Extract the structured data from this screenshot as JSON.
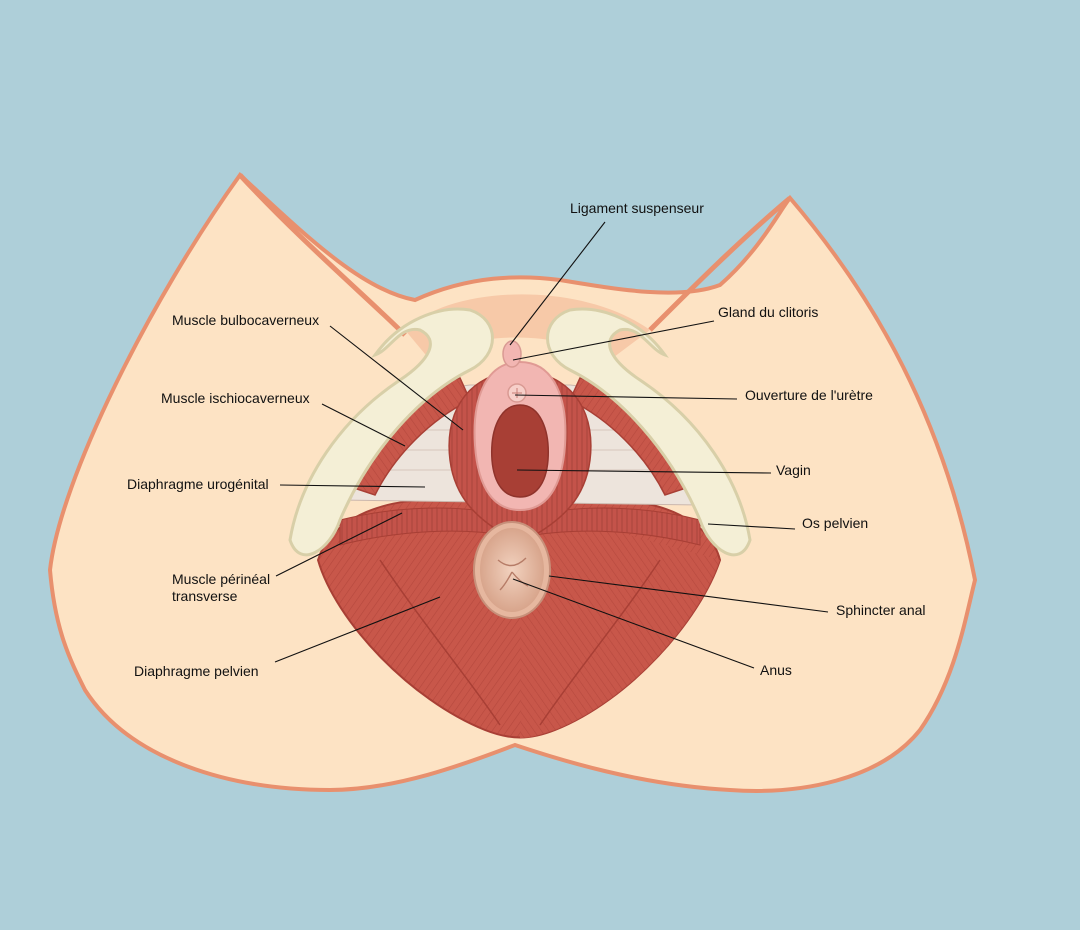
{
  "diagram": {
    "labels": {
      "ligament_suspenseur": "Ligament suspenseur",
      "gland_du_clitoris": "Gland du clitoris",
      "muscle_bulbocaverneux": "Muscle bulbocaverneux",
      "ouverture_uretre": "Ouverture de l'urètre",
      "muscle_ischiocaverneux": "Muscle ischiocaverneux",
      "vagin": "Vagin",
      "diaphragme_urogenital": "Diaphragme urogénital",
      "os_pelvien": "Os pelvien",
      "muscle_perineal_line1": "Muscle périnéal",
      "muscle_perineal_line2": "transverse",
      "sphincter_anal": "Sphincter anal",
      "anus": "Anus",
      "diaphragme_pelvien": "Diaphragme pelvien"
    },
    "colors": {
      "background": "#aecfd9",
      "skin": "#fde3c4",
      "skin_edge": "#e8906e",
      "muscle": "#c8574a",
      "muscle_dark": "#a83f35",
      "bone": "#f4efd6",
      "membrane": "#ede4dc",
      "vulva_pink": "#f2b6b2"
    }
  }
}
